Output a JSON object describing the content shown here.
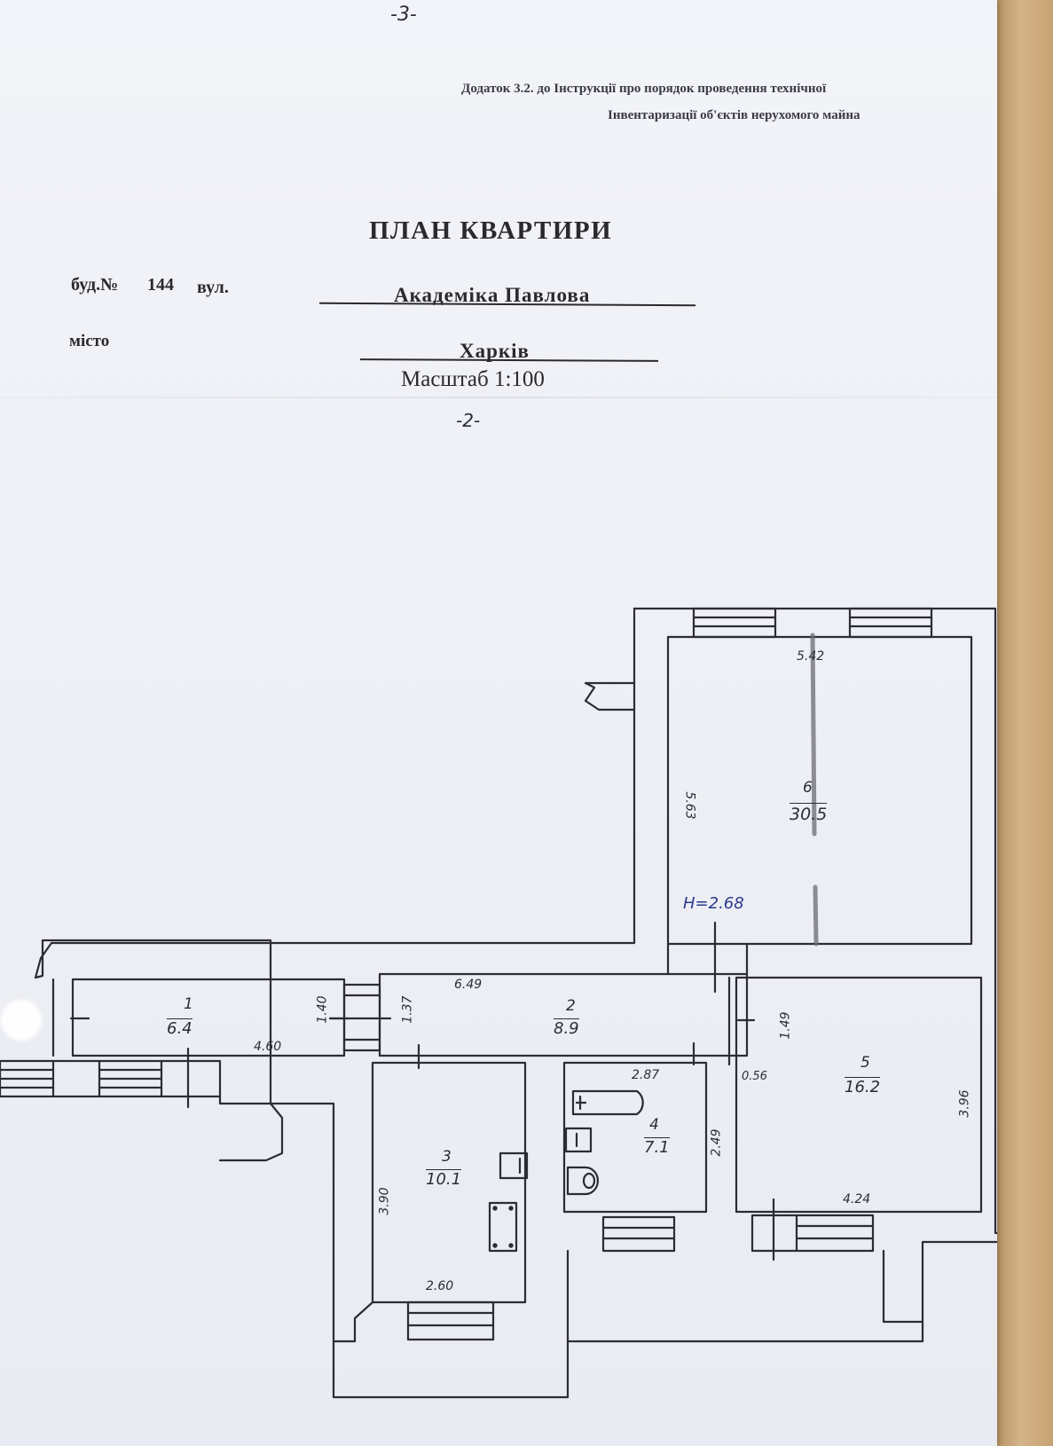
{
  "header": {
    "page_number": "-3-",
    "appendix_line1": "Додаток 3.2. до Інструкції про порядок проведення технічної",
    "appendix_line2": "Інвентаризації об'єктів нерухомого майна"
  },
  "title": "ПЛАН КВАРТИРИ",
  "address": {
    "building_label": "буд.№",
    "building_number": "144",
    "street_label": "вул.",
    "street_value": "Академіка  Павлова",
    "city_label": "місто",
    "city_value": "Харків"
  },
  "scale": "Масштаб 1:100",
  "sheet_mark": "-2-",
  "floor_plan": {
    "ceiling_height": "H=2.68",
    "rooms": [
      {
        "number": "1",
        "area": "6.4"
      },
      {
        "number": "2",
        "area": "8.9"
      },
      {
        "number": "3",
        "area": "10.1"
      },
      {
        "number": "4",
        "area": "7.1"
      },
      {
        "number": "5",
        "area": "16.2"
      },
      {
        "number": "6",
        "area": "30.5"
      }
    ],
    "dimensions": {
      "r6_width": "5.42",
      "r6_height": "5.63",
      "r1_width": "4.60",
      "r1_height": "1.40",
      "r2_width": "6.49",
      "r2_height": "1.37",
      "r2_right": "1.49",
      "r3_width": "2.60",
      "r3_height": "3.90",
      "r4_width": "2.87",
      "r4_height": "2.49",
      "r5_offset": "0.56",
      "r5_width": "4.24",
      "r5_height": "3.96"
    }
  }
}
